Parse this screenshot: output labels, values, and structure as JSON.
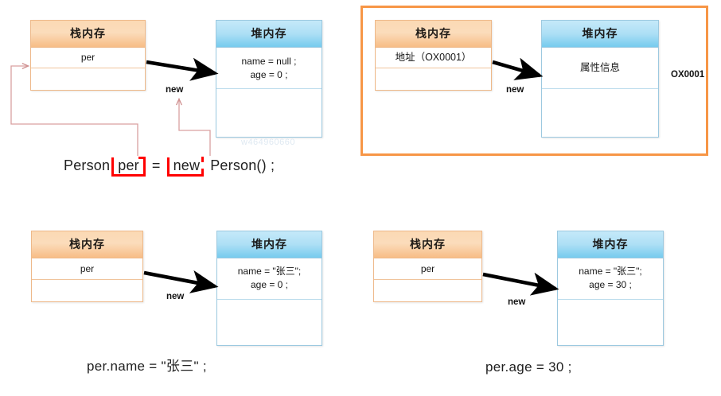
{
  "diagram": {
    "title": "Java object creation memory model",
    "colors": {
      "stack_header": "#f7bd86",
      "stack_border": "#eeb98a",
      "heap_header": "#76cbee",
      "heap_border": "#9cc9e0",
      "highlight_frame": "#f79646",
      "annotation_red": "#ff0000",
      "arrow_black": "#000000",
      "leader_pink": "#d99a9a"
    },
    "watermark": "w464960660"
  },
  "panels": [
    {
      "id": "panel-1",
      "stack": {
        "header": "栈内存",
        "cells": [
          "per",
          ""
        ]
      },
      "heap": {
        "header": "堆内存",
        "cells": [
          [
            "name = null ;",
            "age = 0 ;"
          ],
          [
            ""
          ]
        ]
      },
      "arrow_label": "new",
      "caption": {
        "prefix": "Person",
        "token_1": "per",
        "equals": "=",
        "token_2": "new",
        "suffix": "Person() ;"
      }
    },
    {
      "id": "panel-2",
      "highlighted": true,
      "stack": {
        "header": "栈内存",
        "cells": [
          "地址（OX0001）",
          ""
        ]
      },
      "heap": {
        "header": "堆内存",
        "cells": [
          [
            "属性信息"
          ],
          [
            ""
          ]
        ]
      },
      "arrow_label": "new",
      "address_label": "OX0001"
    },
    {
      "id": "panel-3",
      "stack": {
        "header": "栈内存",
        "cells": [
          "per",
          ""
        ]
      },
      "heap": {
        "header": "堆内存",
        "cells": [
          [
            "name = \"张三\";",
            "age = 0 ;"
          ],
          [
            ""
          ]
        ]
      },
      "arrow_label": "new",
      "caption_text": "per.name = \"张三\" ;"
    },
    {
      "id": "panel-4",
      "stack": {
        "header": "栈内存",
        "cells": [
          "per",
          ""
        ]
      },
      "heap": {
        "header": "堆内存",
        "cells": [
          [
            "name = \"张三\";",
            "age = 30 ;"
          ],
          [
            ""
          ]
        ]
      },
      "arrow_label": "new",
      "caption_text": "per.age = 30 ;"
    }
  ]
}
